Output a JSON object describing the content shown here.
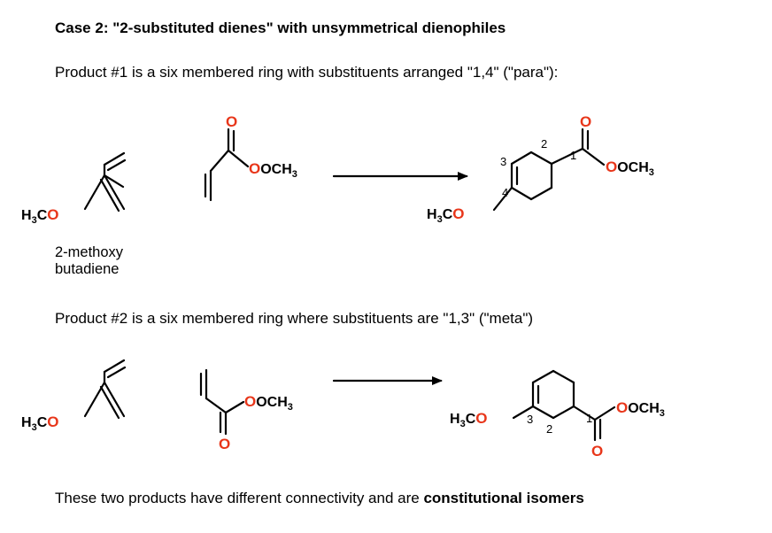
{
  "title": "Case 2: \"2-substituted dienes\" with unsymmetrical dienophiles",
  "product1_text": "Product #1 is a six membered ring with substituents arranged  \"1,4\" (\"para\"):",
  "product2_text": "Product #2  is a six membered ring where substituents are \"1,3\" (\"meta\")",
  "diene_label_line1": "2-methoxy",
  "diene_label_line2": "butadiene",
  "bottom_text_plain": "These two products have different connectivity and are ",
  "bottom_text_bold": "constitutional isomers",
  "chem": {
    "methoxy_h3c_main": "H",
    "methoxy_h3c_sub": "3",
    "methoxy_c": "C",
    "methoxy_o": "O",
    "ester_o": "O",
    "ester_och": "OCH",
    "ester_sub": "3"
  },
  "numbering_para": [
    "1",
    "2",
    "3",
    "4"
  ],
  "numbering_meta": [
    "1",
    "2",
    "3"
  ],
  "colors": {
    "oxygen": "#e8361a",
    "bonds": "#000000"
  }
}
